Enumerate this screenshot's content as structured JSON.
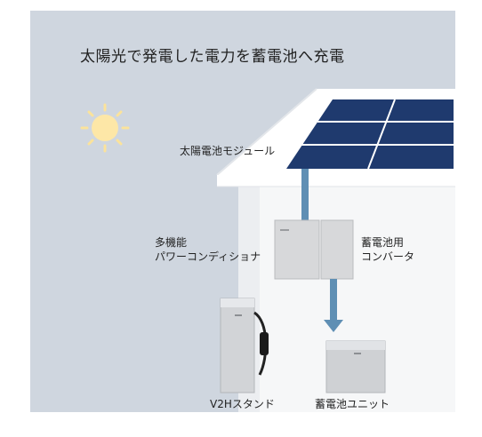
{
  "title": "太陽光で発電した電力を蓄電池へ充電",
  "labels": {
    "solar_module": "太陽電池モジュール",
    "power_conditioner_line1": "多機能",
    "power_conditioner_line2": "パワーコンディショナ",
    "converter_line1": "蓄電池用",
    "converter_line2": "コンバータ",
    "v2h_stand": "V2Hスタンド",
    "battery_unit": "蓄電池ユニット"
  },
  "colors": {
    "background": "#cfd6df",
    "house_wall": "#f6f7f8",
    "house_roof": "#ffffff",
    "solar_panel": "#1f3a6e",
    "flow_arrow": "#5f8fb4",
    "sun": "#fde7a7",
    "sun_rays": "#fbe39b"
  },
  "icons": [
    "sun-icon"
  ]
}
